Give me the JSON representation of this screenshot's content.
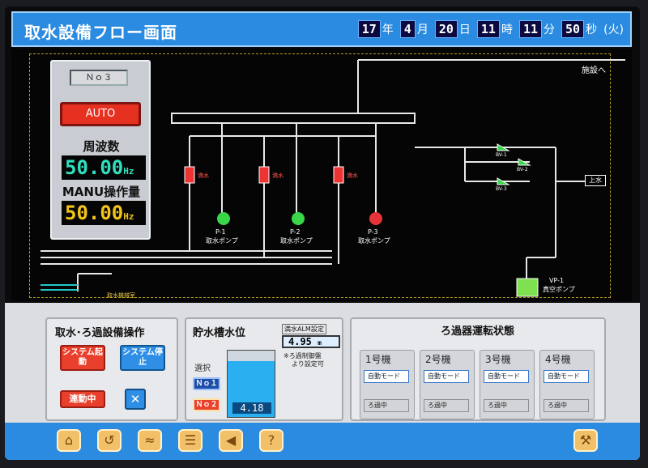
{
  "header": {
    "title": "取水設備フロー画面",
    "clock": {
      "year": "17",
      "year_lbl": "年",
      "month": "4",
      "month_lbl": "月",
      "day": "20",
      "day_lbl": "日",
      "hour": "11",
      "hour_lbl": "時",
      "minute": "11",
      "minute_lbl": "分",
      "second": "50",
      "second_lbl": "秒",
      "weekday": "(火)"
    }
  },
  "flow": {
    "facility_label": "施設へ",
    "supply_label": "上水",
    "pit_label": "取水機械室",
    "pumps": [
      {
        "id": "P-1",
        "name": "取水ポンプ",
        "state_color": "#3ad64a",
        "tag": "満水"
      },
      {
        "id": "P-2",
        "name": "取水ポンプ",
        "state_color": "#3ad64a",
        "tag": "満水"
      },
      {
        "id": "P-3",
        "name": "取水ポンプ",
        "state_color": "#e6333a",
        "tag": "満水"
      }
    ],
    "valves": [
      "BV-1",
      "BV-2",
      "BV-3"
    ],
    "vacuum_pump": {
      "id": "VP-1",
      "name": "真空ポンプ"
    }
  },
  "pump_panel": {
    "no_label": "Ｎｏ３",
    "mode_button": "AUTO",
    "freq_label": "周波数",
    "freq_value": "50.00",
    "freq_unit": "Hz",
    "manu_label": "MANU操作量",
    "manu_value": "50.00",
    "manu_unit": "Hz",
    "freq_color": "#2fe0c0",
    "manu_color": "#f2c418"
  },
  "controls": {
    "ops_title": "取水･ろ過設備操作",
    "system_start": "システム起動",
    "system_stop": "システム停止",
    "interlock": "連動中",
    "tank_title": "貯水槽水位",
    "alarm_label": "満水ALM設定",
    "alarm_value": "4.95",
    "alarm_unit": "m",
    "alarm_note1": "※ろ過制御盤",
    "alarm_note2": "より設定可",
    "select_label": "選択",
    "select_no1": "Ｎｏ１",
    "select_no2": "Ｎｏ２",
    "level_value": "4.18",
    "level_fraction": 0.84,
    "filter_title": "ろ過器運転状態",
    "machines": [
      {
        "name": "1号機",
        "mode": "自動モード",
        "state": "ろ過中"
      },
      {
        "name": "2号機",
        "mode": "自動モード",
        "state": "ろ過中"
      },
      {
        "name": "3号機",
        "mode": "自動モード",
        "state": "ろ過中"
      },
      {
        "name": "4号機",
        "mode": "自動モード",
        "state": "ろ過中"
      }
    ]
  },
  "nav": {
    "icons": [
      "home-icon",
      "back-icon",
      "refresh-icon",
      "document-icon",
      "speaker-icon",
      "help-icon",
      "wrench-icon"
    ],
    "help_glyph": "?"
  }
}
